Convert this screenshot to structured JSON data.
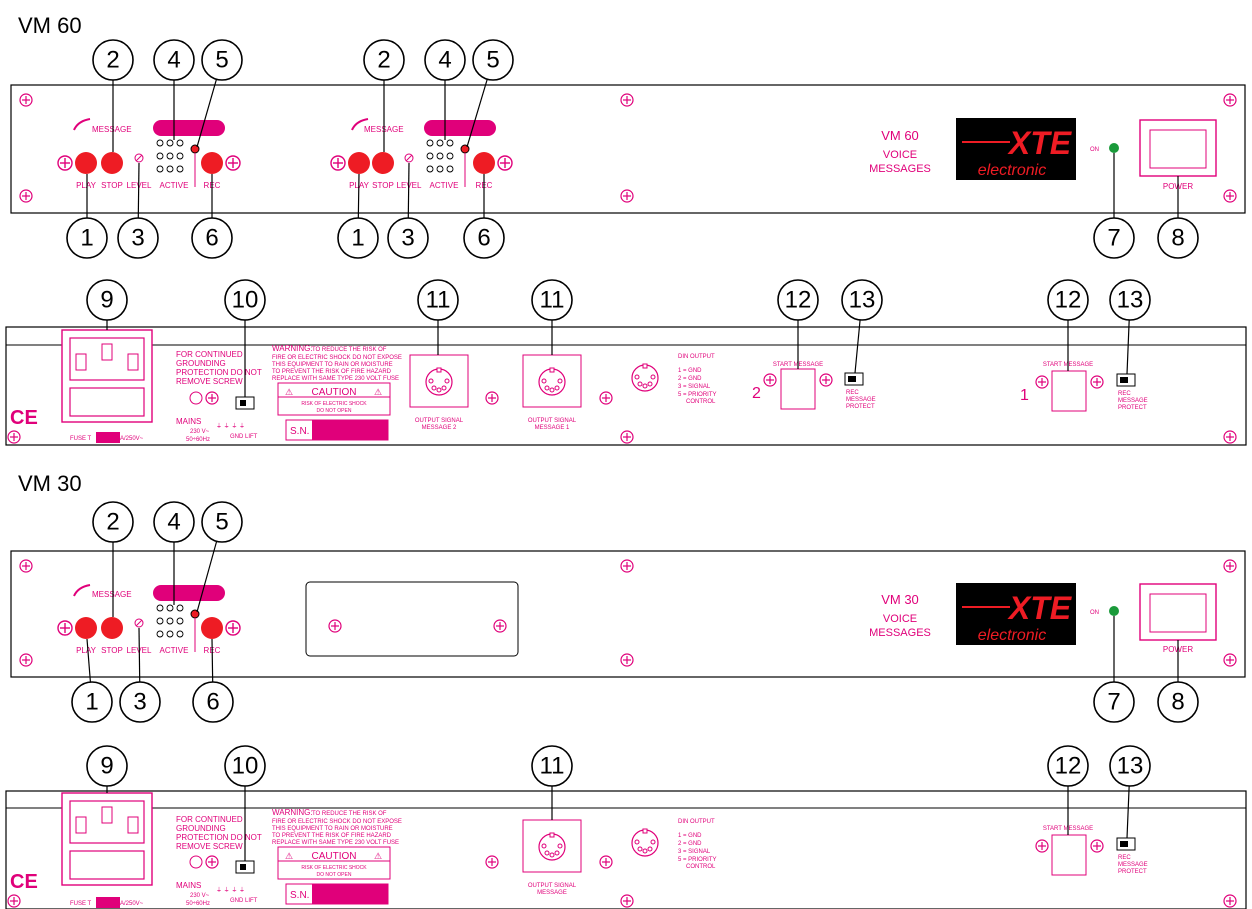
{
  "vm60": {
    "title": "VM 60",
    "front": {
      "module1": {
        "message": "MESSAGE",
        "play": "PLAY",
        "stop": "STOP",
        "level": "LEVEL",
        "active": "ACTIVE",
        "rec": "REC"
      },
      "module2": {
        "message": "MESSAGE",
        "play": "PLAY",
        "stop": "STOP",
        "level": "LEVEL",
        "active": "ACTIVE",
        "rec": "REC"
      },
      "model": "VM 60",
      "voice": "VOICE",
      "messages": "MESSAGES",
      "on": "ON",
      "power": "POWER",
      "callouts_top": [
        "2",
        "4",
        "5",
        "2",
        "4",
        "5"
      ],
      "callouts_bottom": [
        "1",
        "3",
        "6",
        "1",
        "3",
        "6",
        "7",
        "8"
      ]
    },
    "rear": {
      "callouts": [
        "9",
        "10",
        "11",
        "11",
        "12",
        "13",
        "12",
        "13"
      ],
      "grounding": [
        "FOR CONTINUED",
        "GROUNDING",
        "PROTECTION DO NOT",
        "REMOVE SCREW"
      ],
      "mains": "MAINS",
      "mains_rating": [
        "230 V~",
        "50÷60Hz"
      ],
      "fuse": "FUSE T",
      "fuse_rating": "A/250V~",
      "gnd_lift": "GND LIFT",
      "warning_head": "WARNING:",
      "warning_lines": [
        "TO REDUCE THE RISK OF",
        "FIRE OR ELECTRIC SHOCK DO NOT EXPOSE",
        "THIS EQUIPMENT TO RAIN OR MOISTURE",
        "TO PREVENT THE RISK OF FIRE HAZARD",
        "REPLACE WITH SAME TYPE 230 VOLT FUSE"
      ],
      "caution": "CAUTION",
      "caution_lines": [
        "RISK OF ELECTRIC SHOCK",
        "DO NOT OPEN"
      ],
      "sn": "S.N.",
      "out2": [
        "OUTPUT SIGNAL",
        "MESSAGE 2"
      ],
      "out1": [
        "OUTPUT SIGNAL",
        "MESSAGE 1"
      ],
      "din_title": "DIN OUTPUT",
      "din_lines": [
        "1 = GND",
        "2 = GND",
        "3 = SIGNAL",
        "5 = PRIORITY",
        "CONTROL"
      ],
      "start_message": "START MESSAGE",
      "num2": "2",
      "num1": "1",
      "rec_protect": [
        "REC",
        "MESSAGE",
        "PROTECT"
      ],
      "ce": "CE"
    }
  },
  "vm30": {
    "title": "VM 30",
    "front": {
      "module1": {
        "message": "MESSAGE",
        "play": "PLAY",
        "stop": "STOP",
        "level": "LEVEL",
        "active": "ACTIVE",
        "rec": "REC"
      },
      "model": "VM 30",
      "voice": "VOICE",
      "messages": "MESSAGES",
      "on": "ON",
      "power": "POWER",
      "callouts_top": [
        "2",
        "4",
        "5"
      ],
      "callouts_bottom": [
        "1",
        "3",
        "6",
        "7",
        "8"
      ]
    },
    "rear": {
      "callouts": [
        "9",
        "10",
        "11",
        "12",
        "13"
      ],
      "grounding": [
        "FOR CONTINUED",
        "GROUNDING",
        "PROTECTION DO NOT",
        "REMOVE SCREW"
      ],
      "mains": "MAINS",
      "mains_rating": [
        "230 V~",
        "50÷60Hz"
      ],
      "fuse": "FUSE T",
      "fuse_rating": "A/250V~",
      "gnd_lift": "GND LIFT",
      "warning_head": "WARNING:",
      "warning_lines": [
        "TO REDUCE THE RISK OF",
        "FIRE OR ELECTRIC SHOCK DO NOT EXPOSE",
        "THIS EQUIPMENT TO RAIN OR MOISTURE",
        "TO PREVENT THE RISK OF FIRE HAZARD",
        "REPLACE WITH SAME TYPE 230 VOLT FUSE"
      ],
      "caution": "CAUTION",
      "caution_lines": [
        "RISK OF ELECTRIC SHOCK",
        "DO NOT OPEN"
      ],
      "sn": "S.N.",
      "out": [
        "OUTPUT SIGNAL",
        "MESSAGE"
      ],
      "din_title": "DIN OUTPUT",
      "din_lines": [
        "1 = GND",
        "2 = GND",
        "3 = SIGNAL",
        "5 = PRIORITY",
        "CONTROL"
      ],
      "start_message": "START MESSAGE",
      "rec_protect": [
        "REC",
        "MESSAGE",
        "PROTECT"
      ],
      "ce": "CE"
    }
  },
  "brand": {
    "logo_main": "XTE",
    "logo_sub": "electronic"
  },
  "colors": {
    "magenta": "#e0007a",
    "red": "#ee1c24",
    "green": "#1a9a3a",
    "black": "#000000"
  }
}
